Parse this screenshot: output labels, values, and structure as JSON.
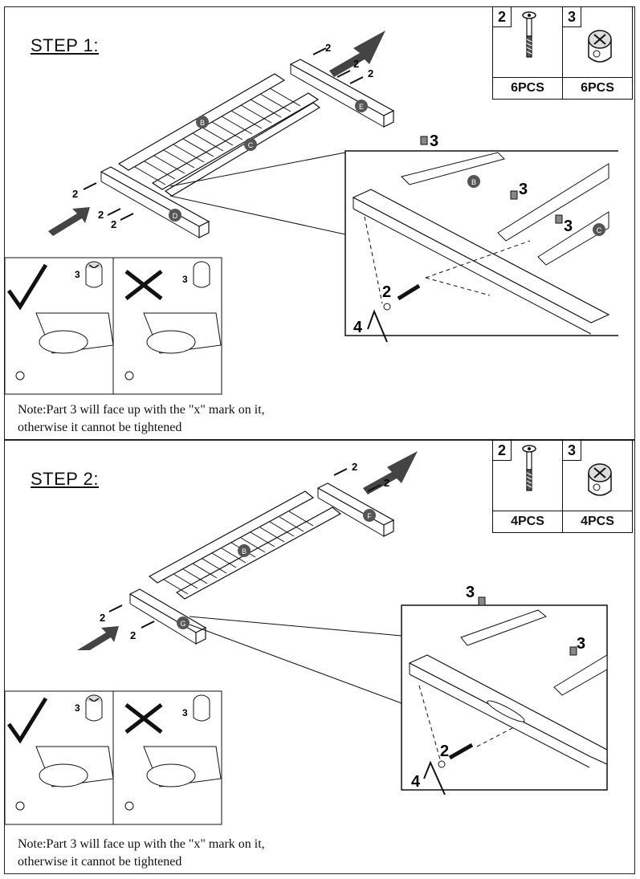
{
  "steps": [
    {
      "title": "STEP 1:",
      "parts": [
        {
          "number": "2",
          "icon": "bolt-icon",
          "qty": "6PCS"
        },
        {
          "number": "3",
          "icon": "barrel-nut-icon",
          "qty": "6PCS"
        }
      ],
      "labels": {
        "b": "B",
        "c": "C",
        "d": "D",
        "e": "E",
        "p2": "2",
        "p3": "3",
        "p4": "4"
      },
      "note": {
        "line1": "Note:Part 3 will face up with the \"x\" mark on it,",
        "line2": " otherwise it cannot be tightened"
      }
    },
    {
      "title": "STEP 2:",
      "parts": [
        {
          "number": "2",
          "icon": "bolt-icon",
          "qty": "4PCS"
        },
        {
          "number": "3",
          "icon": "barrel-nut-icon",
          "qty": "4PCS"
        }
      ],
      "labels": {
        "b": "B",
        "f": "F",
        "g": "G",
        "p2": "2",
        "p3": "3",
        "p4": "4"
      },
      "note": {
        "line1": "Note:Part 3 will face up with the \"x\" mark on it,",
        "line2": " otherwise it cannot be tightened"
      }
    }
  ]
}
